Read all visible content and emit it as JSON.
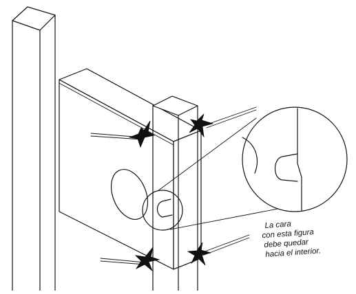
{
  "caption": {
    "lines": [
      "La cara",
      "con esta figura",
      "debe quedar",
      "hacia el interior."
    ]
  }
}
